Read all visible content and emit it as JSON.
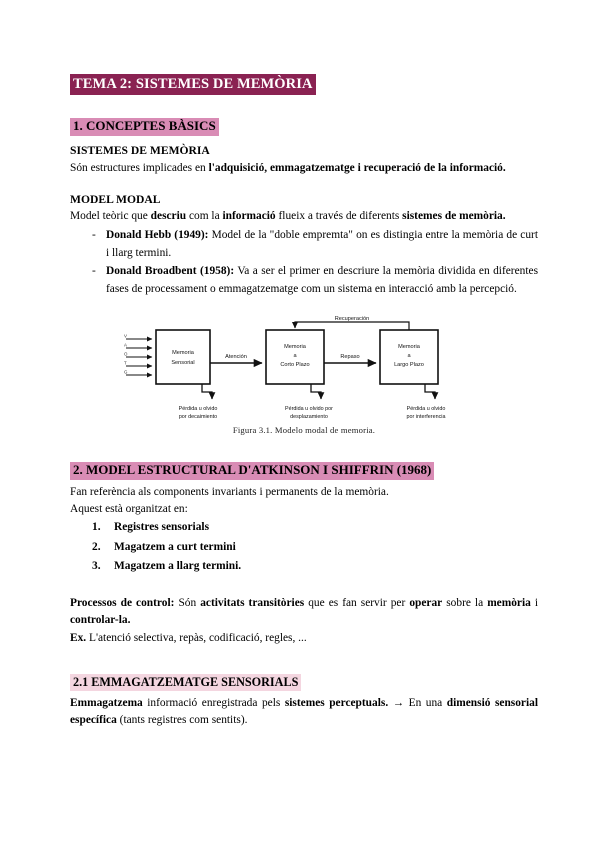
{
  "document": {
    "title": "TEMA 2: SISTEMES DE MEMÒRIA"
  },
  "section1": {
    "heading": "1. CONCEPTES BÀSICS",
    "subheading_memoria": "SISTEMES DE MEMÒRIA",
    "definition_lead": "Són estructures implicades en ",
    "definition_bold": "l'adquisició, emmagatzematge i recuperació de la informació.",
    "subheading_modal": "MODEL MODAL",
    "modal_p1_a": "Model teòric que ",
    "modal_p1_b": "descriu",
    "modal_p1_c": " com la ",
    "modal_p1_d": "informació",
    "modal_p1_e": " flueix a través de diferents ",
    "modal_p1_f": "sistemes de memòria.",
    "bullets": [
      {
        "bold": "Donald Hebb (1949):",
        "rest": " Model de la \"doble empremta\" on es distingia entre la memòria de curt i llarg termini."
      },
      {
        "bold": "Donald Broadbent (1958):",
        "rest": " Va a ser el primer en descriure la memòria dividida en diferentes fases de processament o emmagatzematge com un sistema en interacció amb la percepció."
      }
    ]
  },
  "figure": {
    "caption_number": "Figura 3.1.",
    "caption_text": "Modelo modal de memoria.",
    "boxes": [
      {
        "line1": "Memoria",
        "line2": "",
        "line3": "Sensorial"
      },
      {
        "line1": "Memoria",
        "line2": "a",
        "line3": "Corto Plazo"
      },
      {
        "line1": "Memoria",
        "line2": "a",
        "line3": "Largo Plazo"
      }
    ],
    "arrow_labels": {
      "atencion": "Atención",
      "repaso": "Repaso",
      "recuperacion": "Recuperación"
    },
    "loss_labels": [
      {
        "line1": "Pérdida u olvido",
        "line2": "por decaimiento"
      },
      {
        "line1": "Pérdida u olvido por",
        "line2": "desplazamiento"
      },
      {
        "line1": "Pérdida u olvido",
        "line2": "por interferencia"
      }
    ],
    "input_count": 5
  },
  "section2": {
    "heading": "2. MODEL ESTRUCTURAL D'ATKINSON I SHIFFRIN (1968)",
    "p1": "Fan referència als components invariants i permanents de la memòria.",
    "p2": "Aquest està organitzat en:",
    "items": [
      "Registres sensorials",
      "Magatzem a curt termini",
      "Magatzem a llarg termini."
    ],
    "control_bold1": "Processos de control:",
    "control_t1": " Són ",
    "control_bold2": "activitats transitòries",
    "control_t2": " que es fan servir per ",
    "control_bold3": "operar",
    "control_t3": " sobre la ",
    "control_bold4": "memòria",
    "control_t4": " i ",
    "control_bold5": "controlar-la.",
    "example_bold": "Ex.",
    "example_text": " L'atenció selectiva, repàs, codificació, regles, ..."
  },
  "section21": {
    "heading": "2.1 EMMAGATZEMATGE SENSORIALS",
    "p_bold1": "Emmagatzema",
    "p_t1": " informació enregistrada pels ",
    "p_bold2": "sistemes perceptuals.",
    "p_arrow": " → ",
    "p_t2": "En una ",
    "p_bold3": "dimensió sensorial específica",
    "p_t3": " (tants registres com sentits)."
  },
  "colors": {
    "title_highlight": "#8A2252",
    "section_highlight": "#D98CB5",
    "subsection_highlight": "#F4D6E0",
    "text": "#000000",
    "page_background": "#FFFFFF"
  }
}
